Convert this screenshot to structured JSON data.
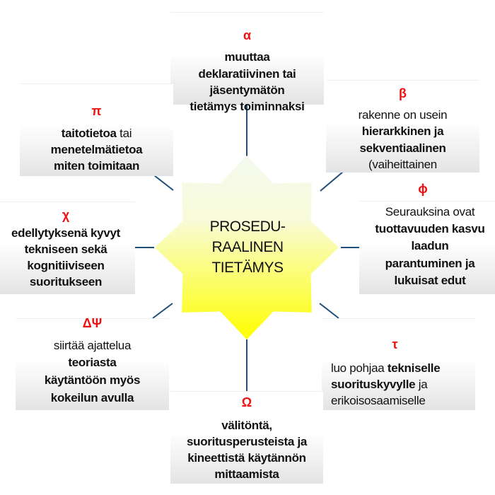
{
  "center": {
    "lines": [
      "PROSEDU-",
      "RAALINEN",
      "TIETÄMYS"
    ]
  },
  "colors": {
    "symbol": "#ee1111",
    "connector": "#1f4e79",
    "star_top": "#f4faf0",
    "star_bottom": "#ffff00"
  },
  "boxes": [
    {
      "id": "alpha",
      "symbol": "α",
      "lines": [
        [
          {
            "text": "muuttaa",
            "bold": true
          }
        ],
        [
          {
            "text": "deklaratiivinen tai",
            "bold": true
          }
        ],
        [
          {
            "text": "jäsentymätön",
            "bold": true
          }
        ],
        [
          {
            "text": "tietämys toiminnaksi",
            "bold": true
          }
        ]
      ]
    },
    {
      "id": "beta",
      "symbol": "β",
      "lines": [
        [
          {
            "text": "rakenne on usein",
            "bold": false
          }
        ],
        [
          {
            "text": "hierarkkinen ja",
            "bold": true
          }
        ],
        [
          {
            "text": "sekventiaalinen",
            "bold": true
          }
        ],
        [
          {
            "text": "(vaiheittainen",
            "bold": false
          }
        ]
      ]
    },
    {
      "id": "pi",
      "symbol": "π",
      "lines": [
        [
          {
            "text": "taitotietoa",
            "bold": true
          },
          {
            "text": " tai",
            "bold": false
          }
        ],
        [
          {
            "text": "menetelmätietoa",
            "bold": true
          }
        ],
        [
          {
            "text": "miten toimitaan",
            "bold": true
          }
        ]
      ]
    },
    {
      "id": "phi",
      "symbol": "ϕ",
      "lines": [
        [
          {
            "text": "Seurauksina ovat",
            "bold": false
          }
        ],
        [
          {
            "text": "tuottavuuden kasvu",
            "bold": true
          }
        ],
        [
          {
            "text": "laadun",
            "bold": true
          }
        ],
        [
          {
            "text": "parantuminen ja",
            "bold": true
          }
        ],
        [
          {
            "text": "lukuisat edut",
            "bold": true
          }
        ]
      ]
    },
    {
      "id": "chi",
      "symbol": "χ",
      "lines": [
        [
          {
            "text": "edellytyksenä kyvyt",
            "bold": true
          }
        ],
        [
          {
            "text": "tekniseen sekä",
            "bold": true
          }
        ],
        [
          {
            "text": "kognitiiviseen",
            "bold": true
          }
        ],
        [
          {
            "text": "suoritukseen",
            "bold": true
          }
        ]
      ]
    },
    {
      "id": "delta-psi",
      "symbol": "ΔΨ",
      "lines": [
        [
          {
            "text": "siirtää ajattelua",
            "bold": false
          }
        ],
        [
          {
            "text": "teoriasta",
            "bold": true
          }
        ],
        [
          {
            "text": "käytäntöön myös",
            "bold": true
          }
        ],
        [
          {
            "text": "kokeilun avulla",
            "bold": true
          }
        ]
      ]
    },
    {
      "id": "tau",
      "symbol": "τ",
      "lines": [
        [
          {
            "text": "luo pohjaa ",
            "bold": false
          },
          {
            "text": "tekniselle",
            "bold": true
          }
        ],
        [
          {
            "text": "suorituskyvylle",
            "bold": true
          },
          {
            "text": " ja",
            "bold": false
          }
        ],
        [
          {
            "text": "erikoisosaamiselle",
            "bold": false
          }
        ]
      ]
    },
    {
      "id": "omega",
      "symbol": "Ω",
      "lines": [
        [
          {
            "text": "välitöntä,",
            "bold": true
          }
        ],
        [
          {
            "text": "suoritusperusteista ja",
            "bold": true
          }
        ],
        [
          {
            "text": "kineettistä käytännön",
            "bold": true
          }
        ],
        [
          {
            "text": "mittaamista",
            "bold": true
          }
        ]
      ]
    }
  ]
}
